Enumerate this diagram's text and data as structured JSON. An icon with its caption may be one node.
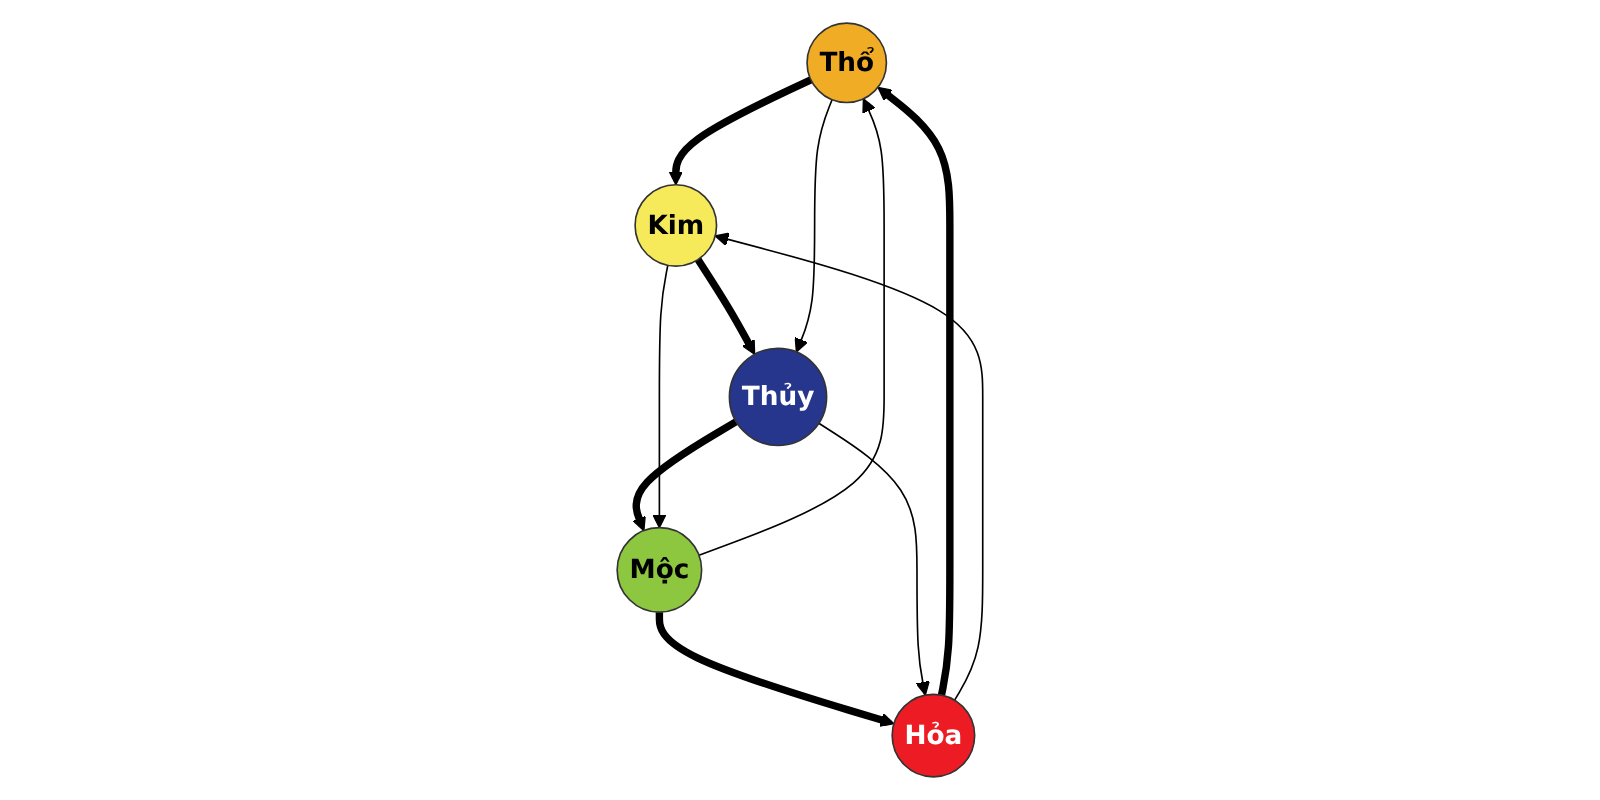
{
  "diagram": {
    "nodes": [
      {
        "text": [
          "Thổ"
        ]
      },
      {
        "text": [
          "Kim"
        ]
      },
      {
        "text": [
          "Thủy"
        ]
      },
      {
        "text": [
          "Mộc"
        ]
      },
      {
        "text": [
          "Hỏa"
        ]
      }
    ],
    "edges": [
      {
        "from": 0,
        "to": 1,
        "arrow": "to",
        "style": "thick"
      },
      {
        "from": 1,
        "to": 2,
        "arrow": "to",
        "style": "thick"
      },
      {
        "from": 2,
        "to": 3,
        "arrow": "to",
        "style": "thick"
      },
      {
        "from": 3,
        "to": 4,
        "arrow": "to",
        "style": "thick"
      },
      {
        "from": 4,
        "to": 0,
        "arrow": "to",
        "style": "thick"
      },
      {
        "from": 4,
        "to": 1,
        "arrow": "to"
      },
      {
        "from": 1,
        "to": 3,
        "arrow": "to"
      },
      {
        "from": 3,
        "to": 0,
        "arrow": "to"
      },
      {
        "from": 0,
        "to": 2,
        "arrow": "to"
      },
      {
        "from": 2,
        "to": 4,
        "arrow": "to"
      }
    ]
  }
}
